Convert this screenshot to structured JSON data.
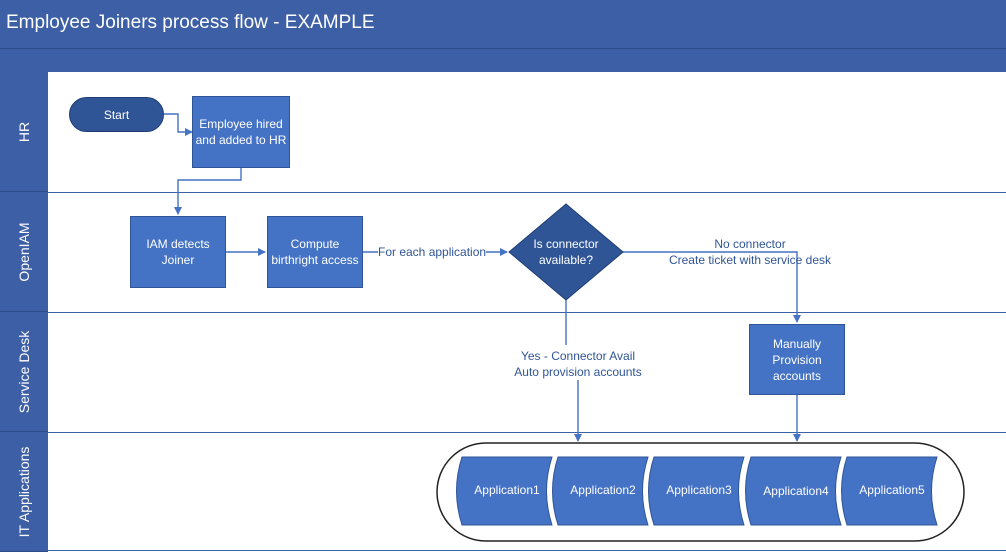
{
  "title": "Employee Joiners process flow - EXAMPLE",
  "lanes": {
    "hr": "HR",
    "openiam": "OpenIAM",
    "service_desk": "Service Desk",
    "it_applications": "IT Applications"
  },
  "nodes": {
    "start": "Start",
    "employee_hired": "Employee hired\nand added to HR",
    "iam_detects": "IAM detects\nJoiner",
    "compute_access": "Compute\nbirthright access",
    "decision": "Is connector\navailable?",
    "manual_provision": "Manually\nProvision\naccounts"
  },
  "edge_labels": {
    "for_each": "For each application",
    "no_connector": "No connector\nCreate ticket with service desk",
    "yes_connector": "Yes - Connector Avail\nAuto provision accounts"
  },
  "applications": [
    "Application1",
    "Application2",
    "Application3",
    "Application4",
    "Application5"
  ],
  "colors": {
    "header": "#3d5fa6",
    "shape_fill": "#4472c4",
    "shape_dark": "#2f5597",
    "connector": "#4472c4"
  }
}
